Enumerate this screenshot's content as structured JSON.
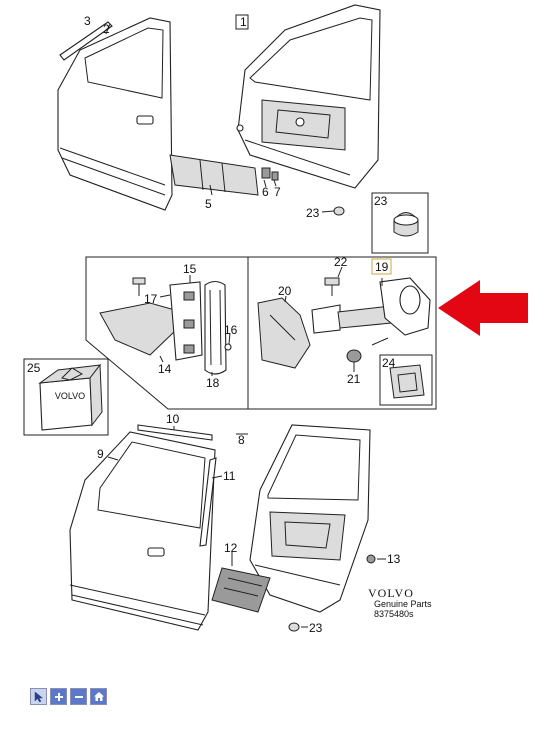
{
  "callouts": {
    "n1": "1",
    "n2": "2",
    "n3": "3",
    "n5": "5",
    "n6": "6",
    "n7": "7",
    "n8": "8",
    "n9": "9",
    "n10": "10",
    "n11": "11",
    "n12": "12",
    "n13": "13",
    "n14": "14",
    "n15": "15",
    "n16": "16",
    "n17": "17",
    "n18": "18",
    "n19": "19",
    "n20": "20",
    "n21": "21",
    "n22": "22",
    "n23a": "23",
    "n23b": "23",
    "n23c": "23",
    "n24": "24",
    "n25": "25"
  },
  "brand": {
    "logo": "VOLVO",
    "line1": "Genuine Parts",
    "line2": "8375480s"
  },
  "box25": {
    "label": "VOLVO"
  },
  "colors": {
    "arrow": "#e30613",
    "toolbar": "#5b78c9"
  },
  "toolbar": {
    "icons": [
      "cursor-icon",
      "zoom-in-icon",
      "zoom-out-icon",
      "home-icon"
    ]
  }
}
